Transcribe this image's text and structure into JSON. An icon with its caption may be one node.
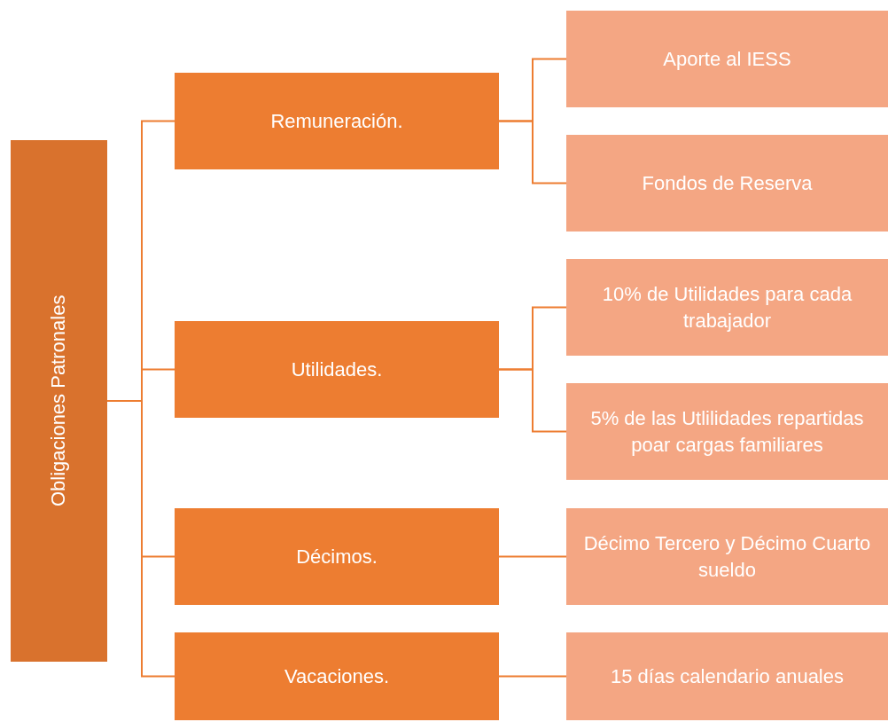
{
  "diagram": {
    "nodes": [
      {
        "text": [
          "Obligaciones Patronales"
        ]
      },
      {
        "text": [
          "Remuneración."
        ]
      },
      {
        "text": [
          "Utilidades."
        ]
      },
      {
        "text": [
          "Décimos."
        ]
      },
      {
        "text": [
          "Vacaciones."
        ]
      },
      {
        "text": [
          "Aporte al IESS"
        ]
      },
      {
        "text": [
          "Fondos de Reserva"
        ]
      },
      {
        "text": [
          "10% de Utilidades para cada trabajador"
        ]
      },
      {
        "text": [
          "5% de las Utlilidades repartidas poar cargas familiares"
        ]
      },
      {
        "text": [
          "Décimo Tercero y Décimo Cuarto sueldo"
        ]
      },
      {
        "text": [
          "15 días calendario anuales"
        ]
      }
    ],
    "edges": [
      {
        "from": 0,
        "to": 1,
        "arrow": "none"
      },
      {
        "from": 0,
        "to": 2,
        "arrow": "none"
      },
      {
        "from": 0,
        "to": 3,
        "arrow": "none"
      },
      {
        "from": 0,
        "to": 4,
        "arrow": "none"
      },
      {
        "from": 1,
        "to": 5,
        "arrow": "none"
      },
      {
        "from": 1,
        "to": 6,
        "arrow": "none"
      },
      {
        "from": 2,
        "to": 7,
        "arrow": "none"
      },
      {
        "from": 2,
        "to": 8,
        "arrow": "none"
      },
      {
        "from": 3,
        "to": 9,
        "arrow": "none"
      },
      {
        "from": 4,
        "to": 10,
        "arrow": "none"
      }
    ]
  }
}
